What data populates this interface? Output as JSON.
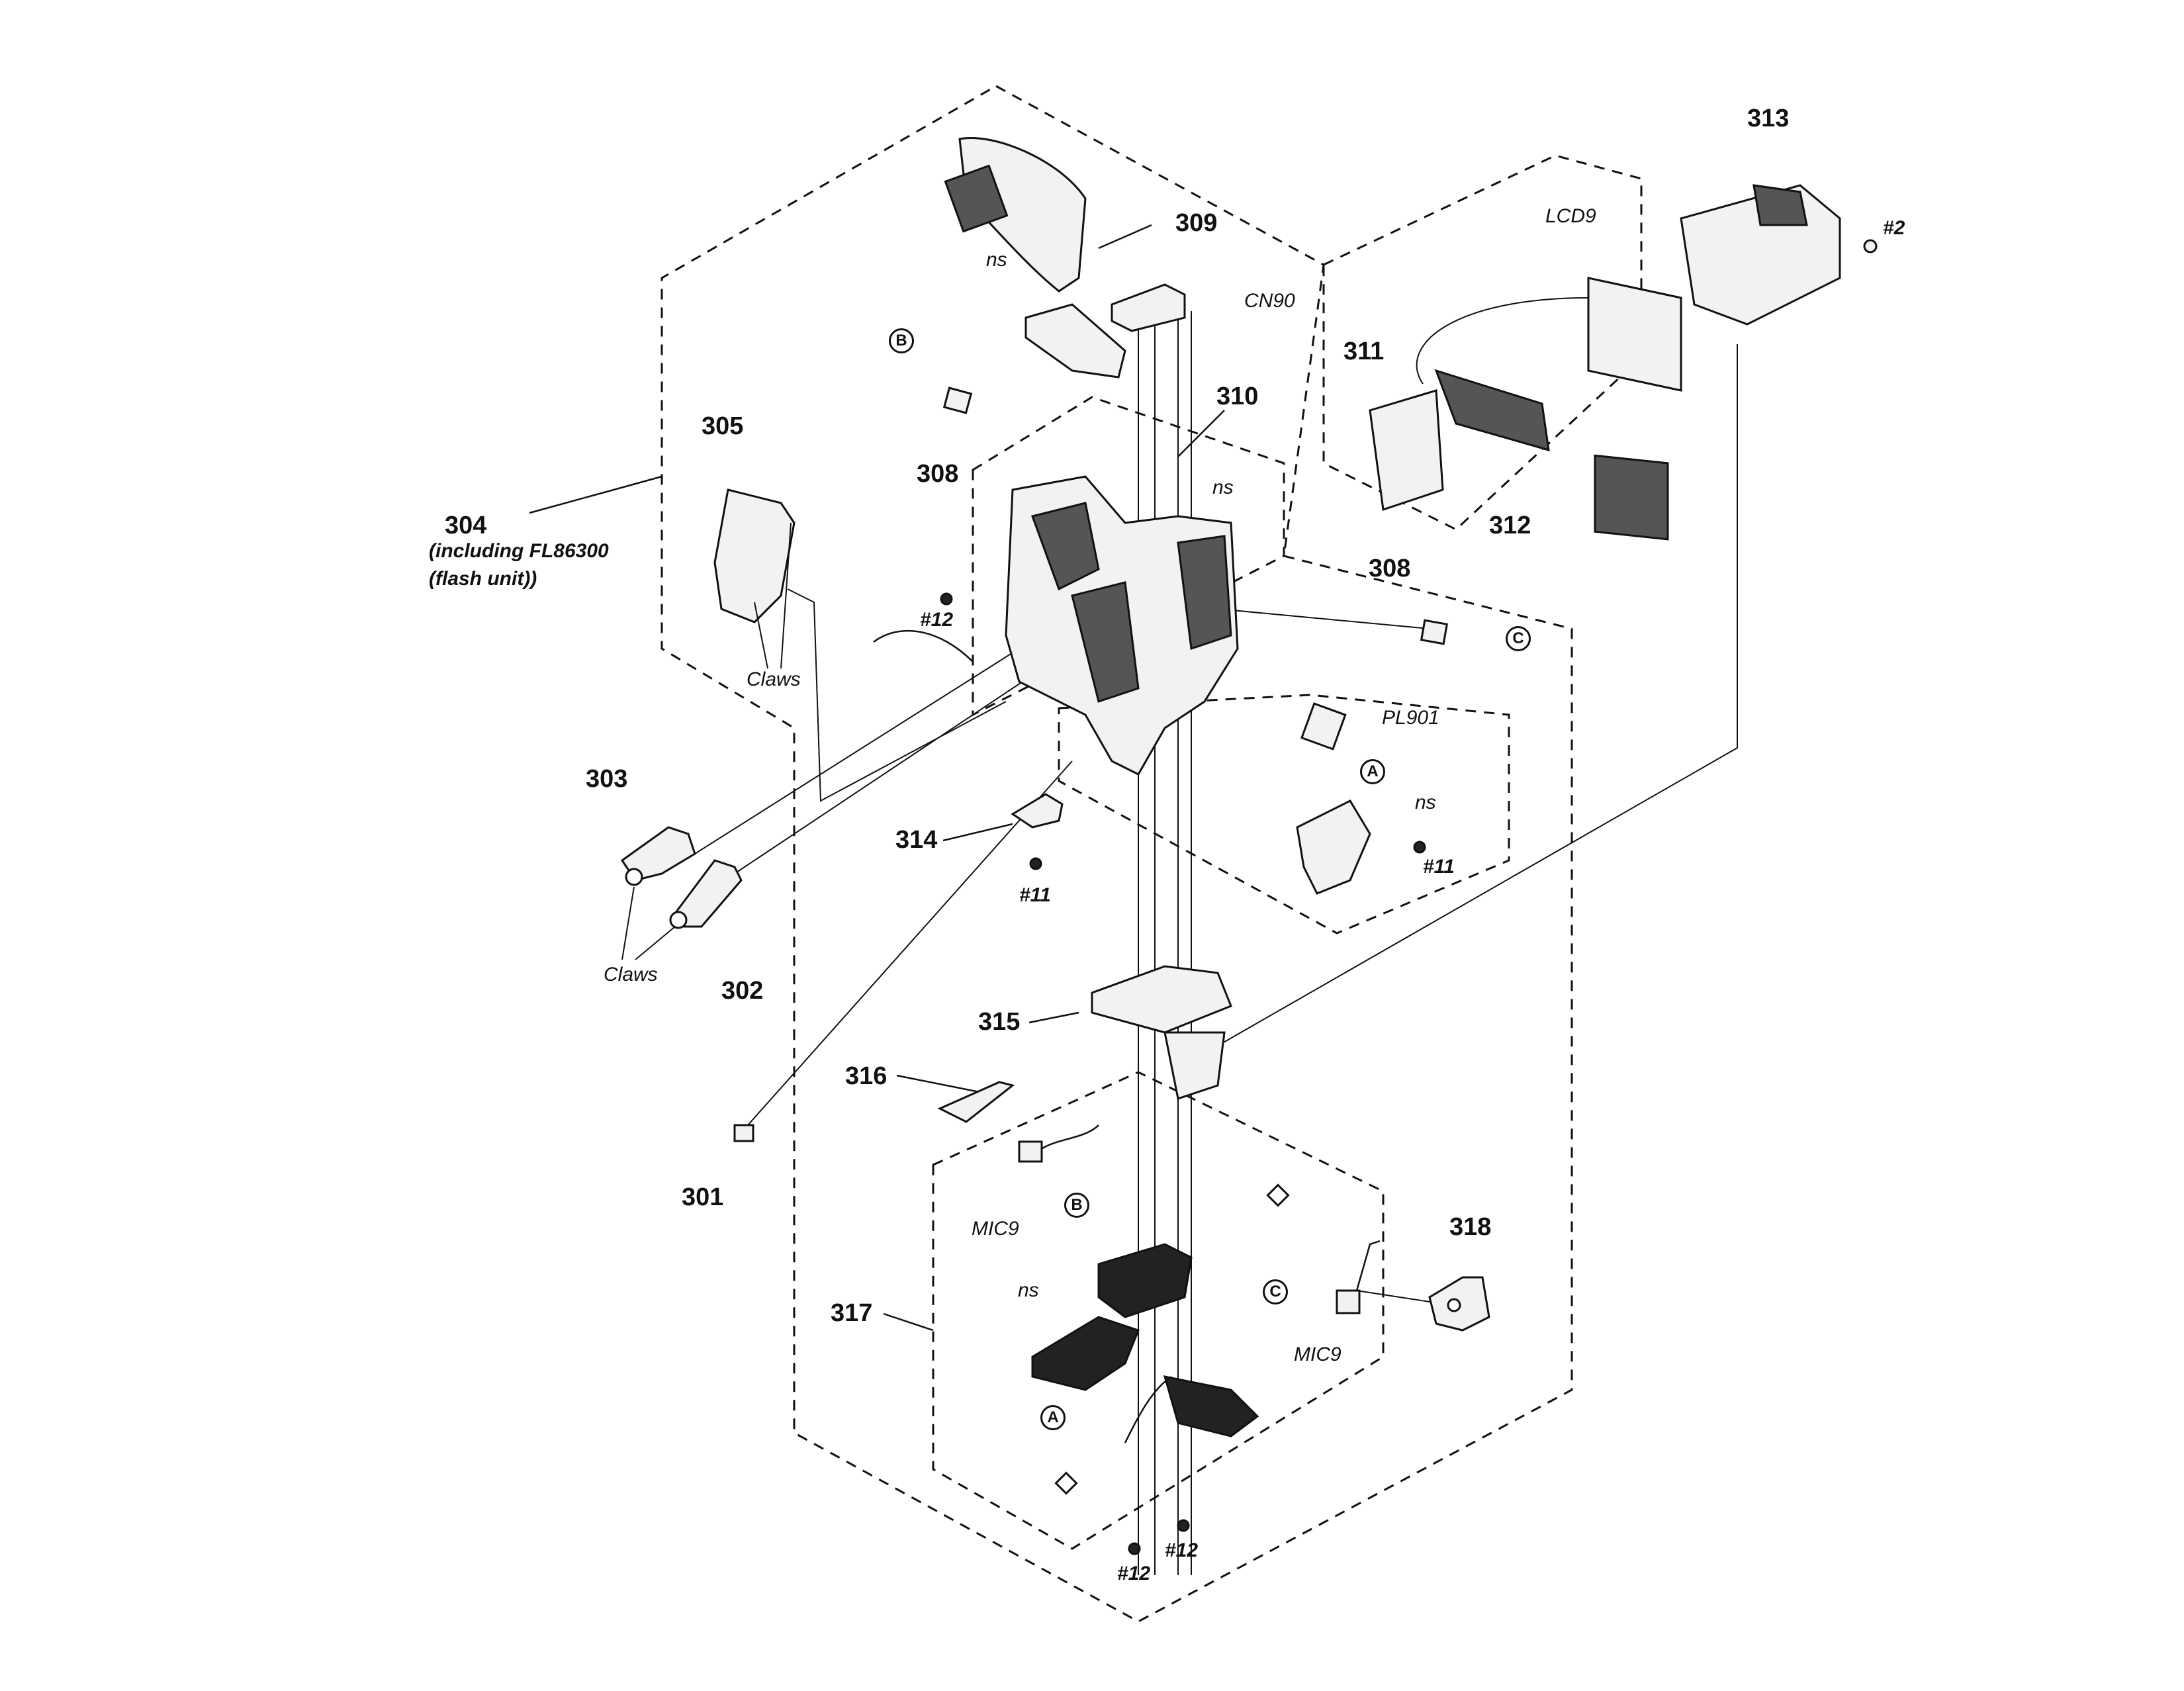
{
  "parts": {
    "p301": "301",
    "p302": "302",
    "p303": "303",
    "p304": "304",
    "p304_note1": "(including FL86300",
    "p304_note2": "(flash unit))",
    "p305": "305",
    "p308a": "308",
    "p308b": "308",
    "p309": "309",
    "p310": "310",
    "p311": "311",
    "p312": "312",
    "p313": "313",
    "p314": "314",
    "p315": "315",
    "p316": "316",
    "p317": "317",
    "p318": "318"
  },
  "refs": {
    "lcd9": "LCD9",
    "cn90": "CN90",
    "pl901": "PL901",
    "mic9a": "MIC9",
    "mic9b": "MIC9",
    "ns1": "ns",
    "ns2": "ns",
    "ns3": "ns",
    "ns4": "ns",
    "claws1": "Claws",
    "claws2": "Claws"
  },
  "screws": {
    "s2": "#2",
    "s12a": "#12",
    "s11a": "#11",
    "s11b": "#11",
    "s12b": "#12",
    "s12c": "#12"
  },
  "markers": {
    "a1": "A",
    "a2": "A",
    "b1": "B",
    "b2": "B",
    "c1": "C",
    "c2": "C"
  }
}
